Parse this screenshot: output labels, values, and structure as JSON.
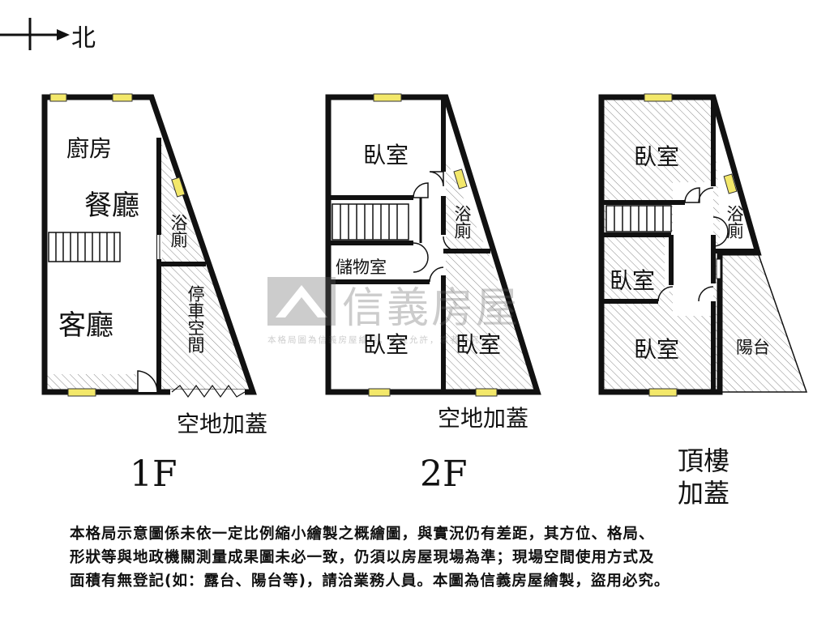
{
  "compass": {
    "direction": "北"
  },
  "floors": {
    "f1": {
      "title": "1F",
      "extension": "空地加蓋",
      "rooms": {
        "kitchen": "廚房",
        "dining": "餐廳",
        "living": "客廳",
        "bathroom": "浴廁",
        "parking": "停車空間"
      }
    },
    "f2": {
      "title": "2F",
      "extension": "空地加蓋",
      "rooms": {
        "bedroom_top": "臥室",
        "bathroom": "浴廁",
        "storage": "儲物室",
        "bedroom_left": "臥室",
        "bedroom_right": "臥室"
      }
    },
    "roof": {
      "title_line1": "頂樓",
      "title_line2": "加蓋",
      "rooms": {
        "bedroom_top": "臥室",
        "bathroom": "浴廁",
        "bedroom_mid": "臥室",
        "bedroom_bottom": "臥室",
        "balcony": "陽台"
      }
    }
  },
  "watermark": {
    "brand": "信義房屋",
    "notice": "本格局圖為信義房屋繪製，未經允許，違者必究"
  },
  "disclaimer": [
    "本格局示意圖係未依一定比例縮小繪製之概繪圖，與實況仍有差距，其方位、格局、",
    "形狀等與地政機關測量成果圖未必一致，仍須以房屋現場為準；現場空間使用方式及",
    "面積有無登記(如：露台、陽台等)，請洽業務人員。本圖為信義房屋繪製，盜用必究。"
  ]
}
